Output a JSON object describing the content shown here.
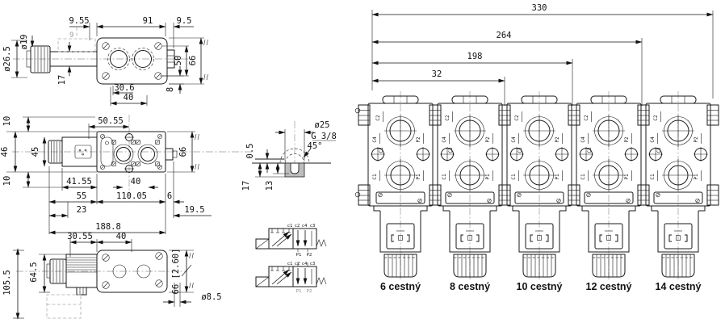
{
  "front_view": {
    "dim_top_left": "9.55",
    "dim_top_mid": "91",
    "dim_top_right": "9.5",
    "dim_knob_dia": "ø26.5",
    "dim_shaft_dia": "ø19",
    "dim_ghost": "9",
    "dim_shaft_h": "17",
    "dim_port_pitch_v": "50",
    "dim_body_h": "66",
    "dim_bottom_offset": "30.6",
    "dim_screw_offset": "8",
    "dim_port_pitch": "40"
  },
  "top_view": {
    "dim_port_x": "50.55",
    "dim_top_gap": "10",
    "dim_body_w": "46",
    "dim_sol_w": "45",
    "dim_bottom_gap": "10",
    "dim_body_h": "66",
    "dim_sol_len": "41.55",
    "dim_port_pitch": "40",
    "dim_sol_total": "55",
    "dim_body_len": "110.05",
    "dim_stub": "6",
    "dim_knob": "23",
    "dim_right": "19.5",
    "dim_total": "188.8"
  },
  "side_view": {
    "dim_sol": "30.55",
    "dim_ports": "40",
    "dim_total_h": "105.5",
    "dim_sol_h": "64.5",
    "dim_body_h": "66 [2.60]",
    "dim_hole": "ø8.5"
  },
  "port_detail": {
    "dim_dia": "ø25",
    "thread": "G 3/8",
    "angle": "45°",
    "dim_land": "0.5",
    "dim_depth": "17",
    "dim_slot_depth": "13"
  },
  "schematic": {
    "c1": "c1",
    "c2": "c2",
    "c4": "c4",
    "c3": "c3",
    "p1": "P1",
    "p2": "P2"
  },
  "valve_bank": {
    "dim_330": "330",
    "dim_264": "264",
    "dim_198": "198",
    "dim_32": "32",
    "ports": {
      "c2": "C2",
      "c4": "C4",
      "p2": "P2",
      "c3": "C3",
      "c1": "C1",
      "p1": "P1"
    },
    "variants": [
      {
        "label": "6 cestný"
      },
      {
        "label": "8 cestný"
      },
      {
        "label": "10 cestný"
      },
      {
        "label": "12 cestný"
      },
      {
        "label": "14 cestný"
      }
    ]
  }
}
